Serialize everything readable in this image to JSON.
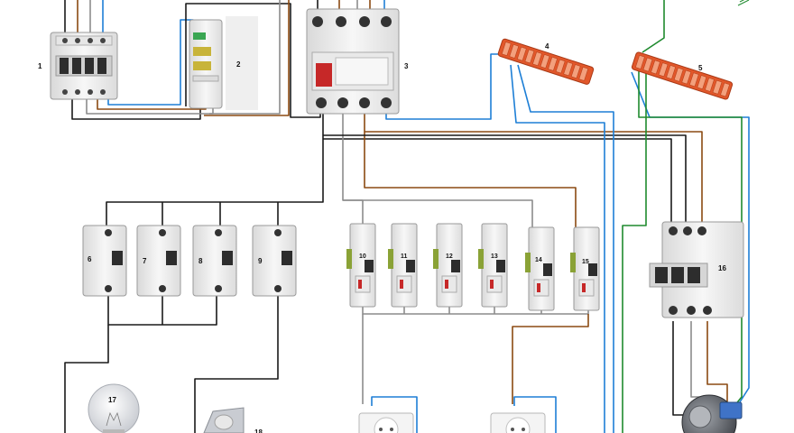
{
  "diagram": {
    "labels": {
      "c1": "1",
      "c2": "2",
      "c3": "3",
      "c4": "4",
      "c5": "5",
      "c6": "6",
      "c7": "7",
      "c8": "8",
      "c9": "9",
      "c10": "10",
      "c11": "11",
      "c12": "12",
      "c13": "13",
      "c14": "14",
      "c15": "15",
      "c16": "16",
      "c17": "17",
      "c18": "18"
    }
  },
  "colors": {
    "wire_black": "#1a1a1a",
    "wire_brown": "#8b4a12",
    "wire_blue": "#1e7fd6",
    "wire_green": "#1f8a2e",
    "wire_gray": "#8c8c8c",
    "breaker_body": "#f2f2f2",
    "breaker_dark": "#333333",
    "terminal_orange": "#e2572a"
  }
}
